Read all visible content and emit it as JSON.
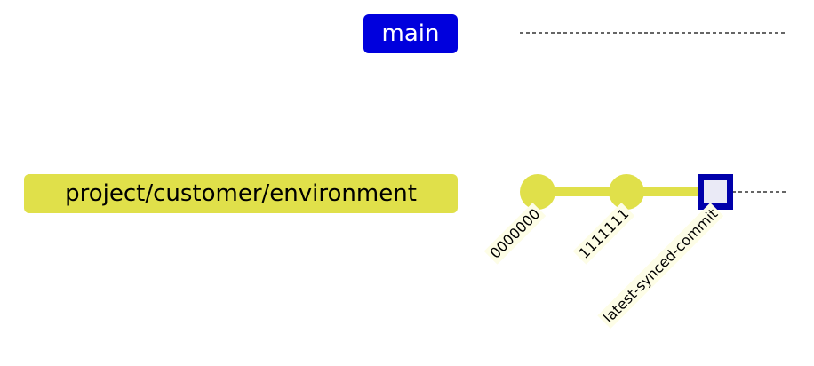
{
  "colors": {
    "main_branch": "#0000dd",
    "main_label_text": "#ffffff",
    "project_branch": "#e0e04a",
    "project_label_text": "#000000",
    "highlight_commit_border": "#0000aa",
    "highlight_commit_fill": "#eaeaf6",
    "commit_label_bg": "#fdfde6",
    "dashed_line": "#333333"
  },
  "branches": [
    {
      "name": "main",
      "color_key": "main_branch"
    },
    {
      "name": "project/customer/environment",
      "color_key": "project_branch"
    }
  ],
  "commits": [
    {
      "id": "0000000",
      "branch": "project/customer/environment",
      "type": "normal"
    },
    {
      "id": "1111111",
      "branch": "project/customer/environment",
      "type": "normal"
    },
    {
      "id": "latest-synced-commit",
      "branch": "project/customer/environment",
      "type": "highlight"
    }
  ]
}
